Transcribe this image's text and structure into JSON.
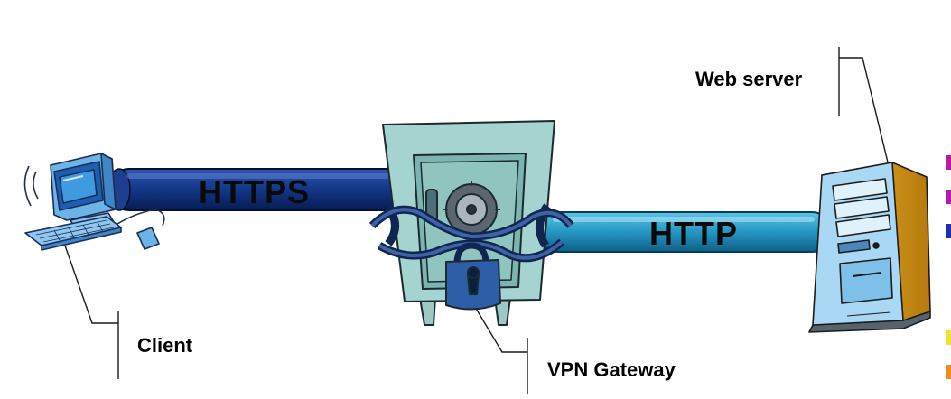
{
  "diagram": {
    "nodes": {
      "client": {
        "label": "Client",
        "icon": "desktop-computer-icon"
      },
      "gateway": {
        "label": "VPN Gateway",
        "icon": "chained-safe-icon"
      },
      "server": {
        "label": "Web server",
        "icon": "tower-server-icon"
      }
    },
    "links": {
      "https": {
        "label": "HTTPS",
        "color": "#0e2a6e"
      },
      "http": {
        "label": "HTTP",
        "color": "#1a86ad"
      }
    },
    "edge_marks": [
      "#b51aa8",
      "#b51aa8",
      "#1a2fb5",
      "#f2df3a",
      "#f08a24"
    ]
  }
}
